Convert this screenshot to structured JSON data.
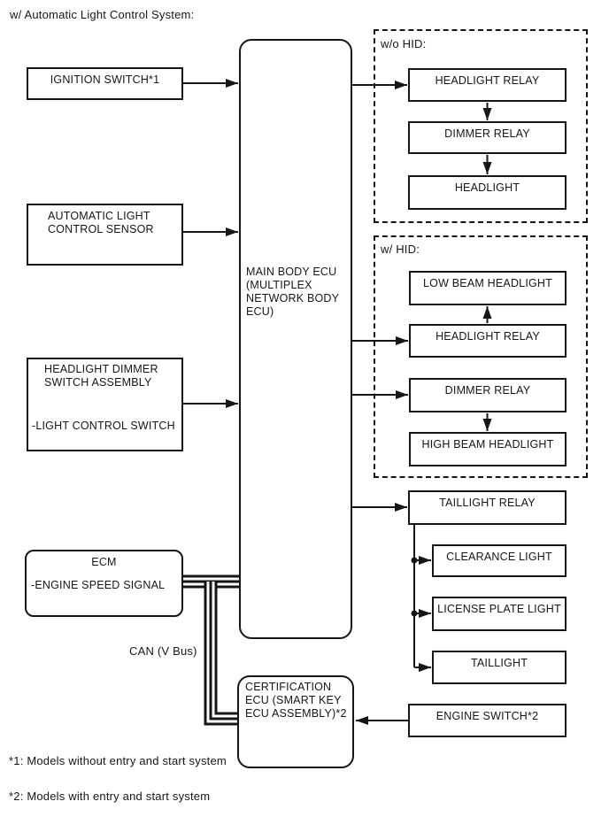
{
  "title": "w/ Automatic Light Control System:",
  "groups": {
    "without_hid": "w/o HID:",
    "with_hid": "w/ HID:"
  },
  "nodes": {
    "ignition_switch": "IGNITION SWITCH*1",
    "auto_light_sensor": "AUTOMATIC LIGHT\nCONTROL SENSOR",
    "dimmer_switch_title": "HEADLIGHT DIMMER\nSWITCH ASSEMBLY",
    "dimmer_switch_sub": "-LIGHT CONTROL SWITCH",
    "ecm_title": "ECM",
    "ecm_sub": "-ENGINE SPEED SIGNAL",
    "main_body_ecu": "MAIN BODY ECU\n(MULTIPLEX\nNETWORK BODY\nECU)",
    "certification_ecu": "CERTIFICATION\nECU (SMART KEY\nECU ASSEMBLY)*2",
    "headlight_relay_wo_hid": "HEADLIGHT RELAY",
    "dimmer_relay_wo_hid": "DIMMER RELAY",
    "headlight": "HEADLIGHT",
    "low_beam_headlight": "LOW BEAM HEADLIGHT",
    "headlight_relay_w_hid": "HEADLIGHT RELAY",
    "dimmer_relay_w_hid": "DIMMER RELAY",
    "high_beam_headlight": "HIGH BEAM HEADLIGHT",
    "taillight_relay": "TAILLIGHT RELAY",
    "clearance_light": "CLEARANCE LIGHT",
    "license_plate_light": "LICENSE PLATE LIGHT",
    "taillight": "TAILLIGHT",
    "engine_switch": "ENGINE SWITCH*2"
  },
  "bus_label": "CAN (V Bus)",
  "footnotes": {
    "fn1": "*1: Models without entry and start system",
    "fn2": "*2: Models with entry and start system"
  },
  "colors": {
    "line": "#161616",
    "background": "#ffffff"
  }
}
